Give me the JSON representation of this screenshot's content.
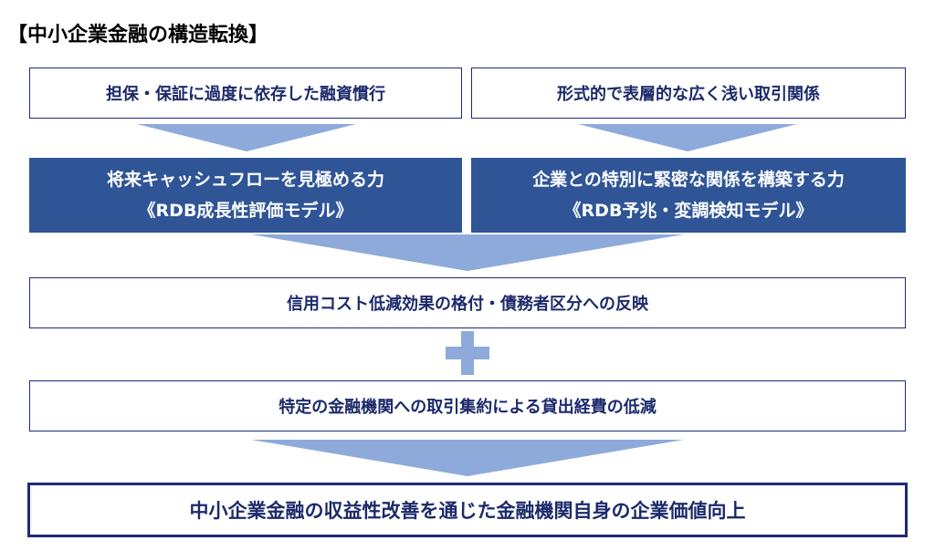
{
  "title": "【中小企業金融の構造転換】",
  "top_left": "担保・保証に過度に依存した融資慣行",
  "top_right": "形式的で表層的な広く浅い取引関係",
  "mid_left": {
    "line1": "将来キャッシュフローを見極める力",
    "line2": "《RDB成長性評価モデル》"
  },
  "mid_right": {
    "line1": "企業との特別に緊密な関係を構築する力",
    "line2": "《RDB予兆・変調検知モデル》"
  },
  "effect1": "信用コスト低減効果の格付・債務者区分への反映",
  "effect2": "特定の金融機関への取引集約による貸出経費の低減",
  "conclusion": "中小企業金融の収益性改善を通じた金融機関自身の企業価値向上",
  "colors": {
    "navy": "#1f2a7a",
    "filled_box": "#2f5597",
    "arrow": "#8eaadb"
  }
}
